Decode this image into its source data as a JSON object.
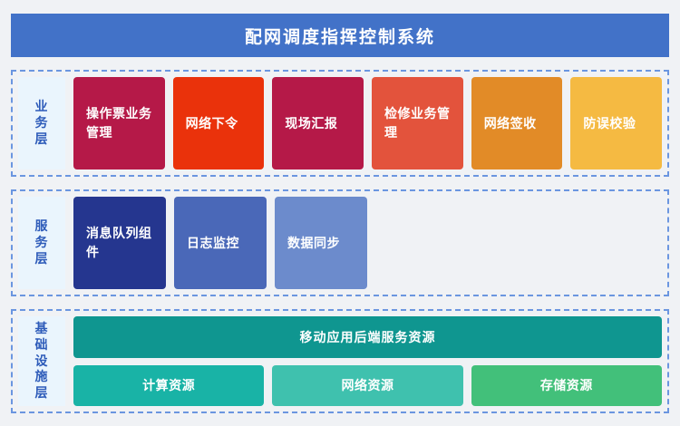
{
  "header": {
    "title": "配网调度指挥控制系统",
    "background_color": "#4272c8",
    "text_color": "#ffffff"
  },
  "page": {
    "background_color": "#f0f2f5",
    "border_color": "#6b96e0",
    "label_background": "#eaf5fd",
    "label_text_color": "#2d5bb9"
  },
  "layers": [
    {
      "id": "business",
      "label": "业务层",
      "label_chars": [
        "业",
        "务",
        "层"
      ],
      "cards": [
        {
          "label": "操作票业务管理",
          "color": "#b51948"
        },
        {
          "label": "网络下令",
          "color": "#ea320b"
        },
        {
          "label": "现场汇报",
          "color": "#b51948"
        },
        {
          "label": "检修业务管理",
          "color": "#e3533c"
        },
        {
          "label": "网络签收",
          "color": "#e28b27"
        },
        {
          "label": "防误校验",
          "color": "#f5ba42"
        }
      ]
    },
    {
      "id": "service",
      "label": "服务层",
      "label_chars": [
        "服",
        "务",
        "层"
      ],
      "cards": [
        {
          "label": "消息队列组件",
          "color": "#25368f"
        },
        {
          "label": "日志监控",
          "color": "#4a68b8"
        },
        {
          "label": "数据同步",
          "color": "#6c8bcc"
        }
      ]
    },
    {
      "id": "infrastructure",
      "label": "基础设施层",
      "label_chars": [
        "基",
        "础",
        "设",
        "施",
        "层"
      ],
      "wide_card": {
        "label": "移动应用后端服务资源",
        "color": "#0f9690"
      },
      "cards": [
        {
          "label": "计算资源",
          "color": "#19b3a6"
        },
        {
          "label": "网络资源",
          "color": "#3fc1ae"
        },
        {
          "label": "存储资源",
          "color": "#42c07a"
        }
      ]
    }
  ]
}
